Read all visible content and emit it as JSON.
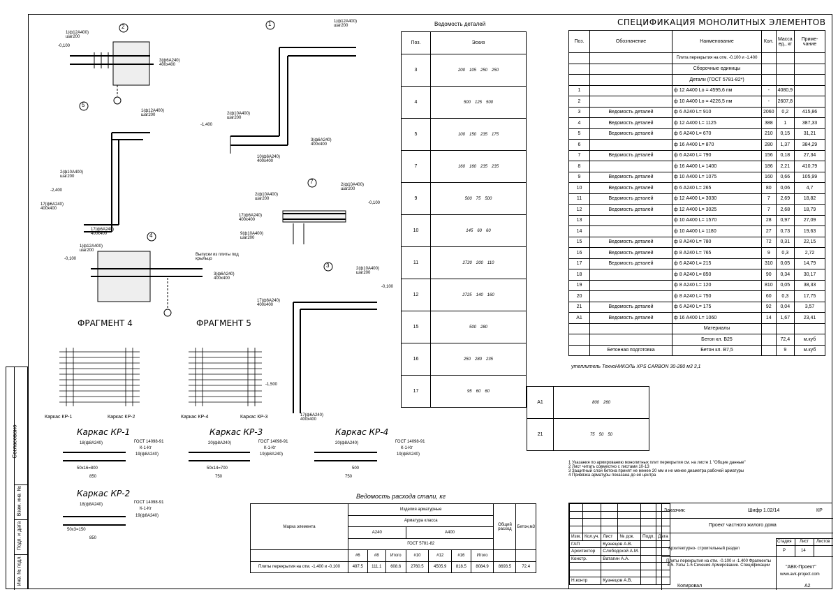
{
  "spec": {
    "title": "СПЕЦИФИКАЦИЯ МОНОЛИТНЫХ ЭЛЕМЕНТОВ",
    "headers": {
      "pos": "Поз.",
      "designation": "Обозначение",
      "name": "Наименование",
      "qty": "Кол.",
      "mass": "Масса ед., кг",
      "note": "Приме- чание"
    },
    "group1": "Плита перекрытия на отм. -0.100 и -1.400",
    "group2": "Сборочные единицы",
    "group3": "Детали (ГОСТ 5781-82*)",
    "rows": [
      {
        "pos": "1",
        "des": "",
        "name": "ф 12  А400  Lо = 4595,6 пм",
        "qty": "-",
        "mass": "4080,9",
        "note": ""
      },
      {
        "pos": "2",
        "des": "",
        "name": "ф 10  А400  Lо = 4226,5 пм",
        "qty": "-",
        "mass": "2607,8",
        "note": ""
      },
      {
        "pos": "3",
        "des": "Ведомость деталей",
        "name": "ф 6  А240  L= 910",
        "qty": "2060",
        "mass": "0,2",
        "note": "415,86"
      },
      {
        "pos": "4",
        "des": "Ведомость деталей",
        "name": "ф 12  А400  L= 1125",
        "qty": "388",
        "mass": "1",
        "note": "387,33"
      },
      {
        "pos": "5",
        "des": "Ведомость деталей",
        "name": "ф 6  А240  L= 670",
        "qty": "210",
        "mass": "0,15",
        "note": "31,21"
      },
      {
        "pos": "6",
        "des": "",
        "name": "ф 16  А400  L= 870",
        "qty": "280",
        "mass": "1,37",
        "note": "384,29"
      },
      {
        "pos": "7",
        "des": "Ведомость деталей",
        "name": "ф 6  А240  L= 790",
        "qty": "156",
        "mass": "0,18",
        "note": "27,34"
      },
      {
        "pos": "8",
        "des": "",
        "name": "ф 16  А400  L= 1400",
        "qty": "186",
        "mass": "2,21",
        "note": "410,79"
      },
      {
        "pos": "9",
        "des": "Ведомость деталей",
        "name": "ф 10  А400  L= 1075",
        "qty": "160",
        "mass": "0,66",
        "note": "105,99"
      },
      {
        "pos": "10",
        "des": "Ведомость деталей",
        "name": "ф 6  А240  L= 265",
        "qty": "80",
        "mass": "0,06",
        "note": "4,7"
      },
      {
        "pos": "11",
        "des": "Ведомость деталей",
        "name": "ф 12  А400  L= 3030",
        "qty": "7",
        "mass": "2,69",
        "note": "18,82"
      },
      {
        "pos": "12",
        "des": "Ведомость деталей",
        "name": "ф 12  А400  L= 3025",
        "qty": "7",
        "mass": "2,68",
        "note": "18,79"
      },
      {
        "pos": "13",
        "des": "",
        "name": "ф 10  А400  L= 1570",
        "qty": "28",
        "mass": "0,97",
        "note": "27,09"
      },
      {
        "pos": "14",
        "des": "",
        "name": "ф 10  А400  L= 1180",
        "qty": "27",
        "mass": "0,73",
        "note": "19,63"
      },
      {
        "pos": "15",
        "des": "Ведомость деталей",
        "name": "ф 8  А240  L= 780",
        "qty": "72",
        "mass": "0,31",
        "note": "22,15"
      },
      {
        "pos": "16",
        "des": "Ведомость деталей",
        "name": "ф 8  А240  L= 765",
        "qty": "9",
        "mass": "0,3",
        "note": "2,72"
      },
      {
        "pos": "17",
        "des": "Ведомость деталей",
        "name": "ф 6  А240  L= 215",
        "qty": "310",
        "mass": "0,05",
        "note": "14,79"
      },
      {
        "pos": "18",
        "des": "",
        "name": "ф 8  А240  L= 850",
        "qty": "90",
        "mass": "0,34",
        "note": "30,17"
      },
      {
        "pos": "19",
        "des": "",
        "name": "ф 8  А240  L= 120",
        "qty": "810",
        "mass": "0,05",
        "note": "38,33"
      },
      {
        "pos": "20",
        "des": "",
        "name": "ф 8  А240  L= 750",
        "qty": "60",
        "mass": "0,3",
        "note": "17,75"
      },
      {
        "pos": "21",
        "des": "Ведомость деталей",
        "name": "ф 6  А240  L= 175",
        "qty": "92",
        "mass": "0,04",
        "note": "3,57"
      },
      {
        "pos": "А1",
        "des": "Ведомость деталей",
        "name": "ф 16  А400  L= 1060",
        "qty": "14",
        "mass": "1,67",
        "note": "23,41"
      }
    ],
    "materials": "Материалы",
    "mat_rows": [
      {
        "des": "",
        "name": "Бетон кл. В25",
        "mass": "72,4",
        "note": "м.куб"
      },
      {
        "des": "Бетонная подготовка",
        "name": "Бетон кл. В7,5",
        "mass": "9",
        "note": "м.куб"
      }
    ],
    "footer": "утеплитель ТехноНИКОЛЬ XPS CARBON 30-280   м3  3,1"
  },
  "details": {
    "title": "Ведомость деталей",
    "headers": {
      "pos": "Поз.",
      "sketch": "Эскиз"
    },
    "rows": [
      {
        "pos": "3",
        "dims": [
          "200",
          "105",
          "250",
          "250"
        ]
      },
      {
        "pos": "4",
        "dims": [
          "500",
          "125",
          "500"
        ]
      },
      {
        "pos": "5",
        "dims": [
          "100",
          "150",
          "235",
          "175"
        ]
      },
      {
        "pos": "7",
        "dims": [
          "160",
          "160",
          "235",
          "235"
        ]
      },
      {
        "pos": "9",
        "dims": [
          "500",
          "75",
          "500"
        ]
      },
      {
        "pos": "10",
        "dims": [
          "145",
          "60",
          "60"
        ]
      },
      {
        "pos": "11",
        "dims": [
          "2720",
          "200",
          "110"
        ]
      },
      {
        "pos": "12",
        "dims": [
          "2725",
          "140",
          "160"
        ]
      },
      {
        "pos": "15",
        "dims": [
          "500",
          "280"
        ]
      },
      {
        "pos": "16",
        "dims": [
          "250",
          "280",
          "235"
        ]
      },
      {
        "pos": "17",
        "dims": [
          "95",
          "60",
          "60"
        ]
      }
    ],
    "extra": [
      {
        "pos": "А1",
        "dims": [
          "800",
          "260"
        ]
      },
      {
        "pos": "21",
        "dims": [
          "75",
          "50",
          "50"
        ]
      }
    ]
  },
  "notes": [
    "1 Указания по армированию монолитных плит перекрытия см. на листе 1 \"Общие данные\"",
    "2 Лист читать совместно с листами 10-13",
    "3 Защитный слой бетона  принят  не менее 20 мм и не менее диаметра рабочей арматуры",
    "4 Привязка арматуры показана до её центра"
  ],
  "steel": {
    "title": "Ведомость расхода стали, кг",
    "col_mark": "Марка элемента",
    "col_products": "Изделия арматурные",
    "col_class": "Арматура класса",
    "a240": "А240",
    "a400": "А400",
    "gost": "ГОСТ 5781-82",
    "total_col": "Общий расход",
    "concrete_col": "Бетон,м3",
    "sub": [
      "#6",
      "#8",
      "Итого",
      "#10",
      "#12",
      "#16",
      "Итого"
    ],
    "row_label": "Плиты перекрытия на отм. -1.400 и -0.100",
    "row_vals": [
      "497.5",
      "111.1",
      "608.6",
      "2760.5",
      "4505.9",
      "818.5",
      "8084.9",
      "8693.5",
      "72.4"
    ]
  },
  "stamp": {
    "customer_label": "Заказчик:",
    "code": "Шифр 1.02/14",
    "kr": "КР",
    "project": "Проект частного жилого дома",
    "section": "Архитектурно- строительный раздел",
    "sheet_title": "Плиты перекрытия на отм. -0.100 и -1.400 Фрагменты 4-5. Узлы 1-5 Сечения Армирование. Спецификации",
    "cols": [
      "Изм.",
      "Кол.уч.",
      "Лист",
      "№ док.",
      "Подп.",
      "Дата"
    ],
    "people": [
      {
        "role": "ГАП",
        "name": "Кузнецов А.В."
      },
      {
        "role": "Архитектор",
        "name": "Слободской А.М."
      },
      {
        "role": "Констр.",
        "name": "Ватагин А.А."
      },
      {
        "role": "",
        "name": ""
      },
      {
        "role": "",
        "name": ""
      },
      {
        "role": "Н.контр",
        "name": "Кузнецов А.В."
      }
    ],
    "stage_label": "Стадия",
    "sheet_label": "Лист",
    "sheets_label": "Листов",
    "stage": "Р",
    "sheet": "14",
    "sheets": "",
    "company": "\"АВК-Проект\"",
    "site": "www.avk-project.com",
    "copied": "Копировал",
    "format": "А2"
  },
  "sidebar": [
    "Согласовано",
    "Взам. инв. №",
    "Подп. и дата",
    "Инв. № подл."
  ],
  "drawing": {
    "fragment4": "ФРАГМЕНТ 4",
    "fragment5": "ФРАГМЕНТ 5",
    "kr1": "Каркас КР-1",
    "kr2": "Каркас КР-2",
    "kr3": "Каркас КР-3",
    "kr4": "Каркас КР-4",
    "f4_labels": [
      "Каркас КР-1",
      "Каркас КР-2"
    ],
    "f5_labels": [
      "Каркас КР-4",
      "Каркас КР-3"
    ],
    "gost": "ГОСТ 14098-91",
    "k1": "К-1-Кт",
    "kr1_top": "18(ф8А240)",
    "kr1_right": "19(ф8А240)",
    "kr1_dim": "50х16=800",
    "kr1_total": "850",
    "kr3_top": "20(ф8А240)",
    "kr3_dim": "50х14=700",
    "kr3_total": "750",
    "kr4_top": "20(ф8А240)",
    "kr4_dim": "500",
    "kr4_total": "750",
    "kr2_top": "18(ф8А240)",
    "kr2_dim": "50х3=150",
    "kr2_total": "850",
    "nodes": [
      "1",
      "2",
      "3",
      "4",
      "5",
      "7"
    ],
    "labels": {
      "a12_200": "1(ф12А400) шаг200",
      "a10_200": "2(ф10А400) шаг200",
      "a6_400": "3(ф6А240) 400х400",
      "a6_17": "17(ф6А240) 400х400",
      "a10_9": "9(ф10А400) шаг200",
      "a10_10": "10(ф6А240) 400х400",
      "lvl100": "-0,100",
      "lvl1400": "-1,400",
      "lvl2400": "-2,400",
      "lvl1500": "-1,500",
      "release": "Выпуски из плиты под крыльцо"
    }
  }
}
